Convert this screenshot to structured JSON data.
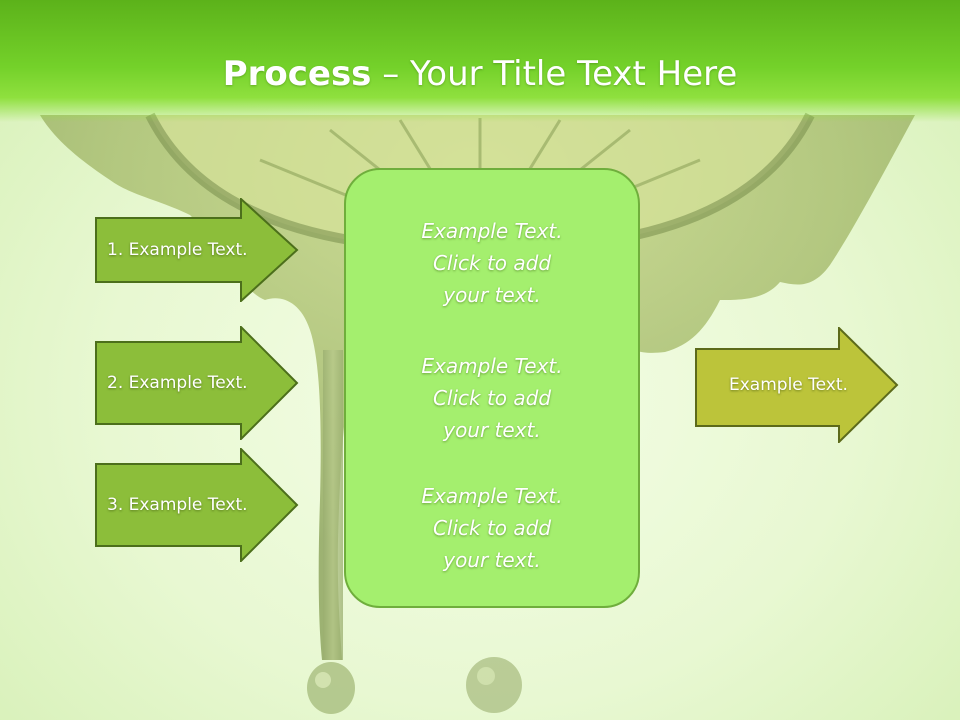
{
  "slide": {
    "title_bold": "Process",
    "title_rest": " – Your Title Text Here"
  },
  "left_arrows": [
    {
      "label": "1. Example Text."
    },
    {
      "label": "2. Example Text."
    },
    {
      "label": "3. Example Text."
    }
  ],
  "center_box": {
    "paragraphs": [
      {
        "line1": "Example Text.",
        "line2": "Click  to add",
        "line3": "your text."
      },
      {
        "line1": "Example Text.",
        "line2": "Click  to add",
        "line3": "your text."
      },
      {
        "line1": "Example Text.",
        "line2": "Click  to add",
        "line3": "your text."
      }
    ]
  },
  "right_arrow": {
    "label": "Example Text."
  },
  "colors": {
    "title_bar": "#74d12a",
    "left_arrow_fill": "#8cbe3a",
    "right_arrow_fill": "#bcc43a",
    "center_box_fill": "#a4ef6e"
  }
}
